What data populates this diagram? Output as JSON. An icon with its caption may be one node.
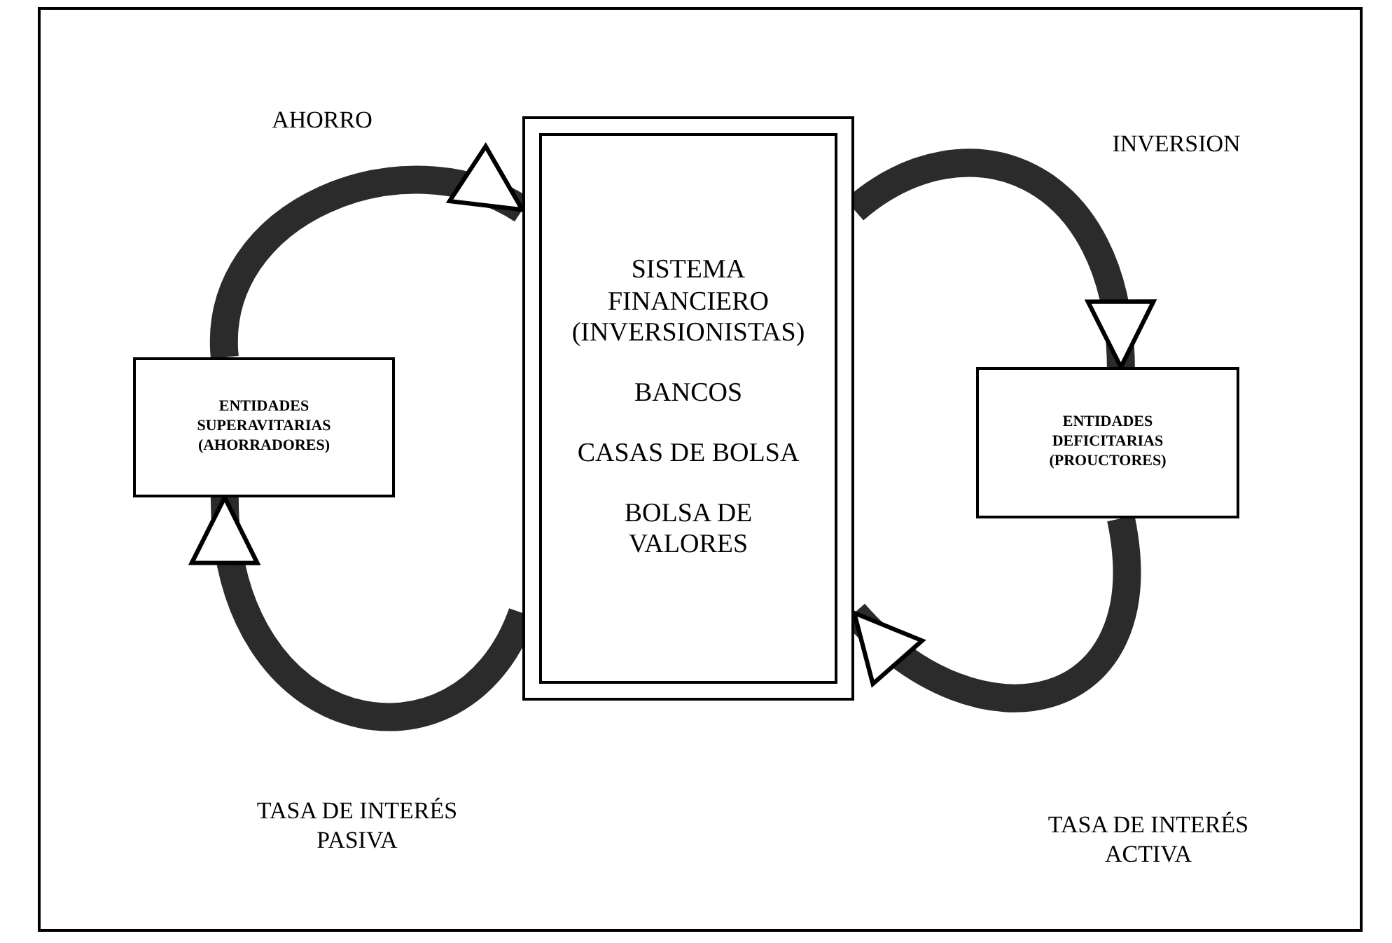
{
  "diagram": {
    "nodes": [
      {
        "text": [
          "ENTIDADES SUPERAVITARIAS (AHORRADORES)"
        ]
      },
      {
        "text": [
          "SISTEMA FINANCIERO (INVERSIONISTAS)",
          "BANCOS",
          "CASAS DE BOLSA",
          "BOLSA DE VALORES"
        ]
      },
      {
        "text": [
          "ENTIDADES DEFICITARIAS (PROUCTORES)"
        ]
      }
    ],
    "edges": [
      {
        "from": 0,
        "to": 1,
        "arrow": "to",
        "label": "AHORRO"
      },
      {
        "from": 1,
        "to": 2,
        "arrow": "to",
        "label": "INVERSION"
      },
      {
        "from": 2,
        "to": 1,
        "arrow": "to",
        "label": "TASA DE INTERÉS ACTIVA"
      },
      {
        "from": 1,
        "to": 0,
        "arrow": "to",
        "label": "TASA DE INTERÉS PASIVA"
      }
    ]
  }
}
